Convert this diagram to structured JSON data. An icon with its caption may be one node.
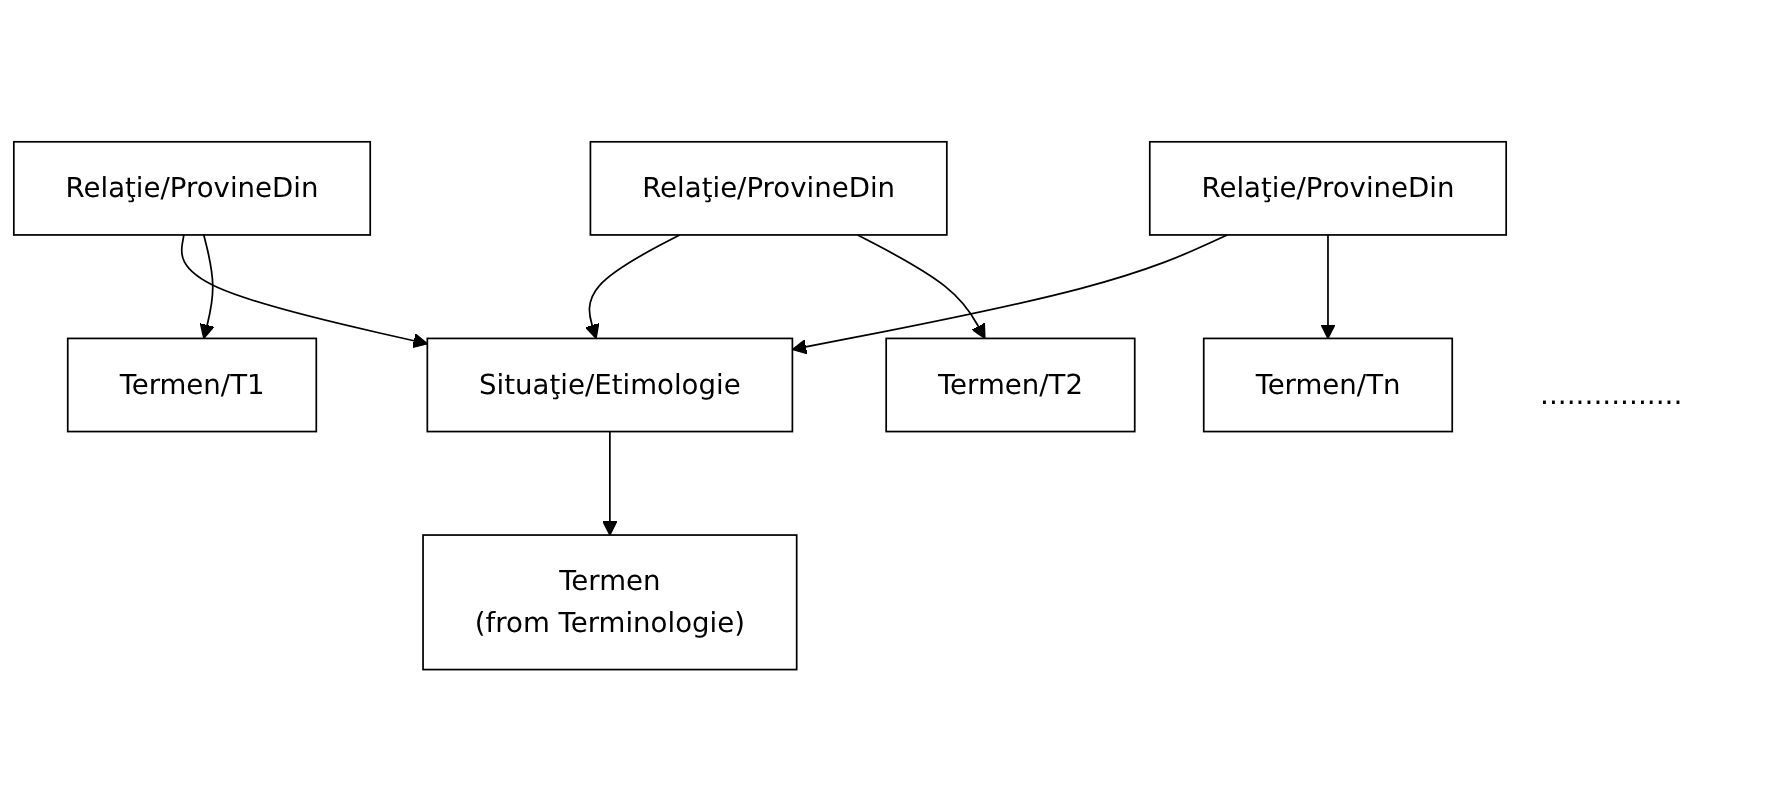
{
  "diagram": {
    "nodes": [
      {
        "text": [
          "Termen",
          "(from Terminologie)"
        ]
      },
      {
        "text": [
          "Situaţie/Etimologie"
        ]
      },
      {
        "text": [
          "Relaţie/ProvineDin"
        ]
      },
      {
        "text": [
          "Relaţie/ProvineDin"
        ]
      },
      {
        "text": [
          "Relaţie/ProvineDin"
        ]
      },
      {
        "text": [
          "Termen/T1"
        ]
      },
      {
        "text": [
          "Termen/T2"
        ]
      },
      {
        "text": [
          "Termen/Tn"
        ]
      }
    ],
    "edges": [
      {
        "from": 1,
        "to": 0,
        "arrow": "to"
      },
      {
        "from": 2,
        "to": 1,
        "arrow": "to"
      },
      {
        "from": 3,
        "to": 1,
        "arrow": "to"
      },
      {
        "from": 4,
        "to": 1,
        "arrow": "to"
      },
      {
        "from": 2,
        "to": 5,
        "arrow": "to"
      },
      {
        "from": 3,
        "to": 6,
        "arrow": "to"
      },
      {
        "from": 4,
        "to": 7,
        "arrow": "to"
      }
    ],
    "labels": [
      "................"
    ]
  }
}
